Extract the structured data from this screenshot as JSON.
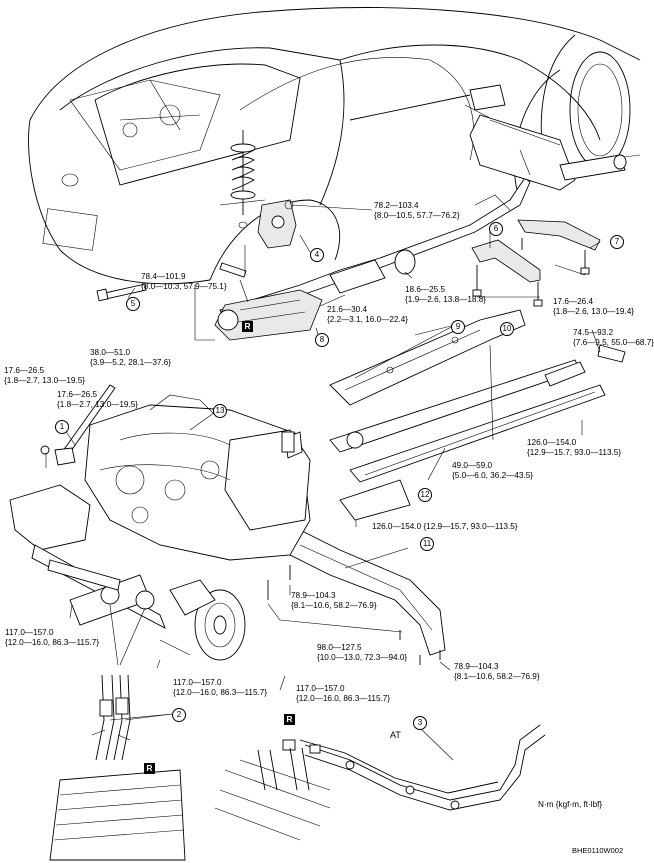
{
  "torques": {
    "t1": [
      "78.2—103.4",
      "{8.0—10.5, 57.7—76.2}"
    ],
    "t2": [
      "78.4—101.9",
      "{8.0—10.3, 57.9—75.1}"
    ],
    "t3": [
      "18.6—25.5",
      "{1.9—2.6, 13.8—18.8}"
    ],
    "t4": [
      "21.6—30.4",
      "{2.2—3.1, 16.0—22.4}"
    ],
    "t5": [
      "17.6—26.4",
      "{1.8—2.6, 13.0—19.4}"
    ],
    "t6": [
      "74.5—93.2",
      "{7.6—9.5, 55.0—68.7}"
    ],
    "t7": [
      "38.0—51.0",
      "{3.9—5.2, 28.1—37.6}"
    ],
    "t8": [
      "17.6—26.5",
      "{1.8—2.7, 13.0—19.5}"
    ],
    "t9": [
      "17.6—26.5",
      "{1.8—2.7, 13.0—19.5}"
    ],
    "t10": [
      "126.0—154.0",
      "{12.9—15.7, 93.0—113.5}"
    ],
    "t11": [
      "49.0—59.0",
      "{5.0—6.0, 36.2—43.5}"
    ],
    "t12": [
      "126.0—154.0 {12.9—15.7, 93.0—113.5}"
    ],
    "t13": [
      "78.9—104.3",
      "{8.1—10.6, 58.2—76.9}"
    ],
    "t14": [
      "98.0—127.5",
      "{10.0—13.0, 72.3—94.0}"
    ],
    "t15": [
      "78.9—104.3",
      "{8.1—10.6, 58.2—76.9}"
    ],
    "t16": [
      "117.0—157.0",
      "{12.0—16.0, 86.3—115.7}"
    ],
    "t17": [
      "117.0—157.0",
      "{12.0—16.0, 86.3—115.7}"
    ],
    "t18": [
      "117.0—157.0",
      "{12.0—16.0, 86.3—115.7}"
    ]
  },
  "callouts": {
    "c1": "1",
    "c2": "2",
    "c3": "3",
    "c4": "4",
    "c5": "5",
    "c6": "6",
    "c7": "7",
    "c8": "8",
    "c9": "9",
    "c10": "10",
    "c11": "11",
    "c12": "12",
    "c13": "13"
  },
  "badges": {
    "r": "R"
  },
  "labels": {
    "at": "AT",
    "unit": "N·m {kgf·m, ft·lbf}",
    "code": "BHE0110W002"
  }
}
